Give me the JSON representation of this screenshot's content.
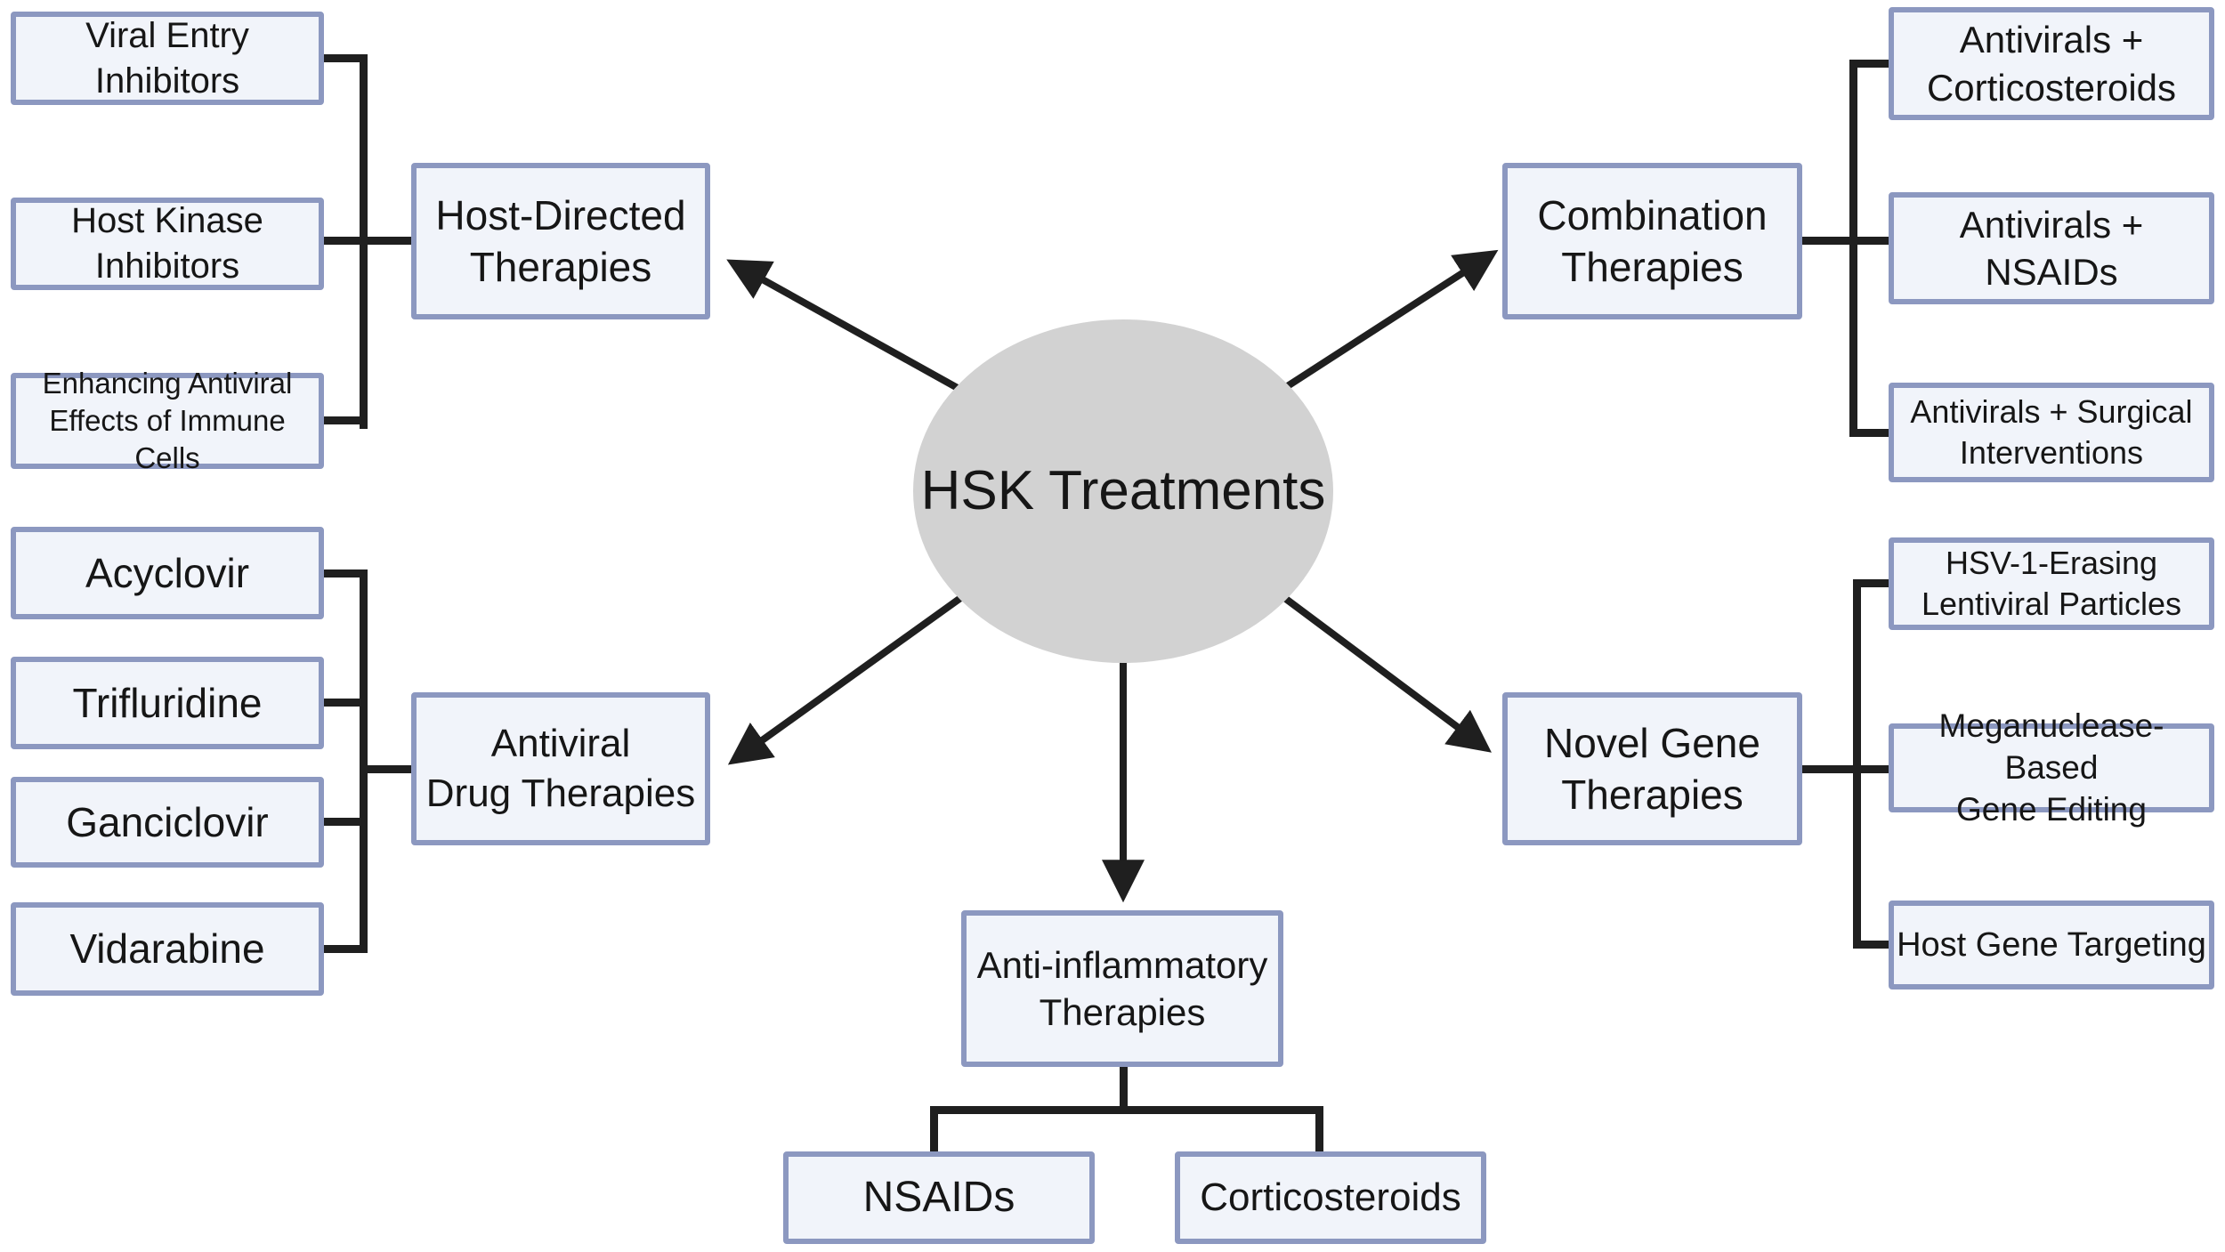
{
  "diagram": {
    "center": "HSK\nTreatments",
    "branches": [
      {
        "label": "Host-Directed\nTherapies",
        "children": [
          "Viral Entry\nInhibitors",
          "Host Kinase\nInhibitors",
          "Enhancing Antiviral\nEffects of Immune Cells"
        ]
      },
      {
        "label": "Combination\nTherapies",
        "children": [
          "Antivirals +\nCorticosteroids",
          "Antivirals +\nNSAIDs",
          "Antivirals + Surgical\nInterventions"
        ]
      },
      {
        "label": "Antiviral\nDrug Therapies",
        "children": [
          "Acyclovir",
          "Trifluridine",
          "Ganciclovir",
          "Vidarabine"
        ]
      },
      {
        "label": "Novel Gene\nTherapies",
        "children": [
          "HSV-1-Erasing\nLentiviral Particles",
          "Meganuclease-Based\nGene Editing",
          "Host Gene Targeting"
        ]
      },
      {
        "label": "Anti-inflammatory\nTherapies",
        "children": [
          "NSAIDs",
          "Corticosteroids"
        ]
      }
    ],
    "colors": {
      "node_fill": "#f1f4fa",
      "node_border": "#8c98c0",
      "center_fill": "#d2d2d2",
      "line": "#1f1f1f",
      "text": "#161616"
    }
  }
}
